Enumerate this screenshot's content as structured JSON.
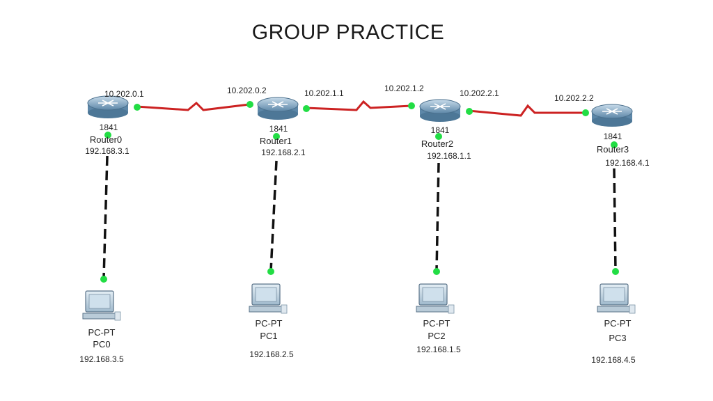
{
  "title": "GROUP PRACTICE",
  "colors": {
    "serial_link": "#cc2222",
    "ethernet_link": "#111111",
    "port_up": "#22dd44",
    "router_body": "#6f95b4",
    "router_top": "#a9c6dc"
  },
  "serial_links": [
    {
      "left_ip": "10.202.0.1",
      "right_ip": "10.202.0.2"
    },
    {
      "left_ip": "10.202.1.1",
      "right_ip": "10.202.1.2"
    },
    {
      "left_ip": "10.202.2.1",
      "right_ip": "10.202.2.2"
    }
  ],
  "routers": [
    {
      "model": "1841",
      "name": "Router0",
      "lan_ip": "192.168.3.1"
    },
    {
      "model": "1841",
      "name": "Router1",
      "lan_ip": "192.168.2.1"
    },
    {
      "model": "1841",
      "name": "Router2",
      "lan_ip": "192.168.1.1"
    },
    {
      "model": "1841",
      "name": "Router3",
      "lan_ip": "192.168.4.1"
    }
  ],
  "pcs": [
    {
      "type": "PC-PT",
      "name": "PC0",
      "ip": "192.168.3.5"
    },
    {
      "type": "PC-PT",
      "name": "PC1",
      "ip": "192.168.2.5"
    },
    {
      "type": "PC-PT",
      "name": "PC2",
      "ip": "192.168.1.5"
    },
    {
      "type": "PC-PT",
      "name": "PC3",
      "ip": "192.168.4.5"
    }
  ]
}
